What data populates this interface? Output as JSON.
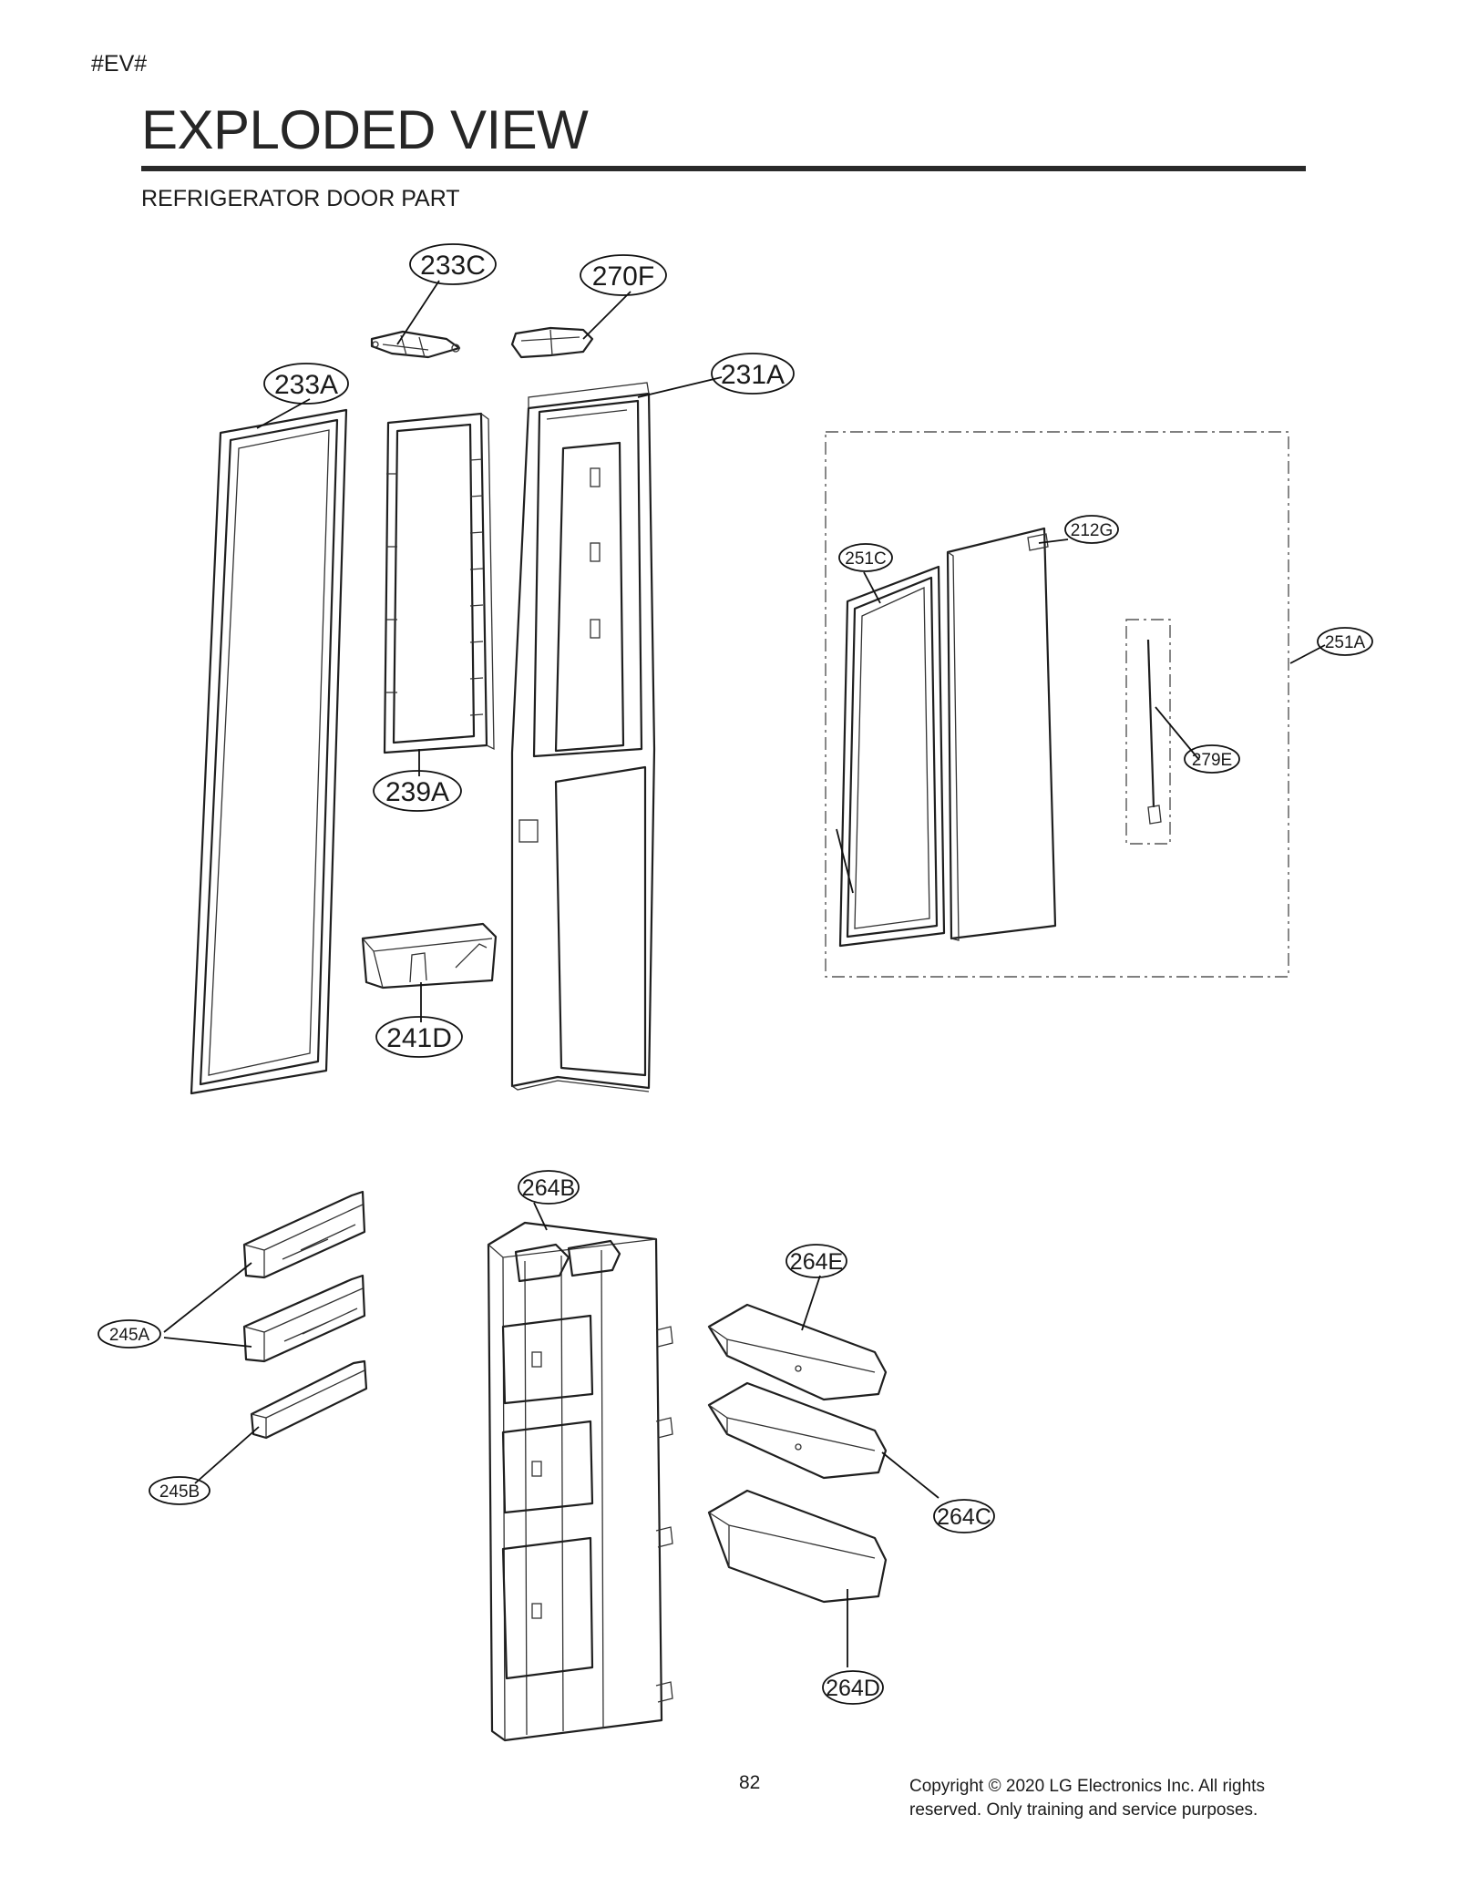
{
  "header": {
    "tag": "#EV#",
    "title": "EXPLODED VIEW",
    "subtitle": "REFRIGERATOR DOOR PART"
  },
  "callouts": {
    "c233C": "233C",
    "c270F": "270F",
    "c233A": "233A",
    "c231A": "231A",
    "c239A": "239A",
    "c241D": "241D",
    "c212G": "212G",
    "c251C": "251C",
    "c251A": "251A",
    "c279E": "279E",
    "c264B": "264B",
    "c264E": "264E",
    "c245A": "245A",
    "c245B": "245B",
    "c264C": "264C",
    "c264D": "264D"
  },
  "footer": {
    "page_number": "82",
    "copyright": "Copyright © 2020 LG Electronics Inc. All rights reserved. Only training and service purposes."
  }
}
